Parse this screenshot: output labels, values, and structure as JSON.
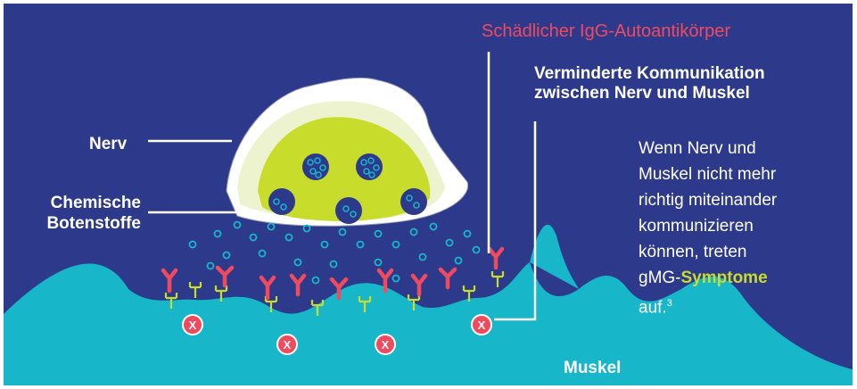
{
  "labels": {
    "antibody": "Schädlicher IgG-Autoantikörper",
    "communication_line1": "Verminderte Kommunikation",
    "communication_line2": "zwischen Nerv und Muskel",
    "nerve": "Nerv",
    "chemicals_line1": "Chemische",
    "chemicals_line2": "Botenstoffe",
    "muscle": "Muskel",
    "blocked_marker": "X"
  },
  "description": {
    "line1": "Wenn Nerv und",
    "line2": "Muskel nicht mehr",
    "line3": "richtig miteinander",
    "line4": "kommunizieren",
    "line5": "können, treten",
    "line6_prefix": "gMG-",
    "highlight": "Symptome",
    "line7": "auf.",
    "footnote": "3"
  },
  "colors": {
    "background": "#2d3a8c",
    "muscle": "#18b6c9",
    "nerve_outer": "#ffffff",
    "nerve_inner": "#c8dc2c",
    "antibody": "#ef4a5d",
    "receptor": "#c8dc2c",
    "neurotransmitter": "#18b6c9",
    "highlight": "#c8dc2c"
  }
}
